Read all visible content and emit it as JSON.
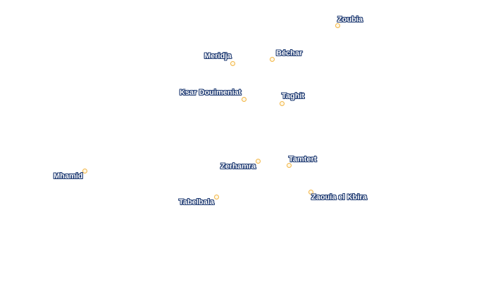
{
  "map": {
    "places": [
      {
        "id": "zoubia",
        "name": "Zoubia"
      },
      {
        "id": "merdja",
        "name": "Meridja"
      },
      {
        "id": "bechar",
        "name": "Béchar"
      },
      {
        "id": "ksar-douimeniat",
        "name": "Ksar Douimeniat"
      },
      {
        "id": "taghit",
        "name": "Taghit"
      },
      {
        "id": "tamtert",
        "name": "Tamtert"
      },
      {
        "id": "zerhamra",
        "name": "Zerhamra"
      },
      {
        "id": "mhamid",
        "name": "Mhamid"
      },
      {
        "id": "zaouia-el-kbira",
        "name": "Zaouia el Kbira"
      },
      {
        "id": "tabelbala",
        "name": "Tabelbala"
      }
    ],
    "colors": {
      "marker": "#f2b544",
      "label_text": "#ffffff",
      "label_halo": "#1f3b73"
    }
  }
}
